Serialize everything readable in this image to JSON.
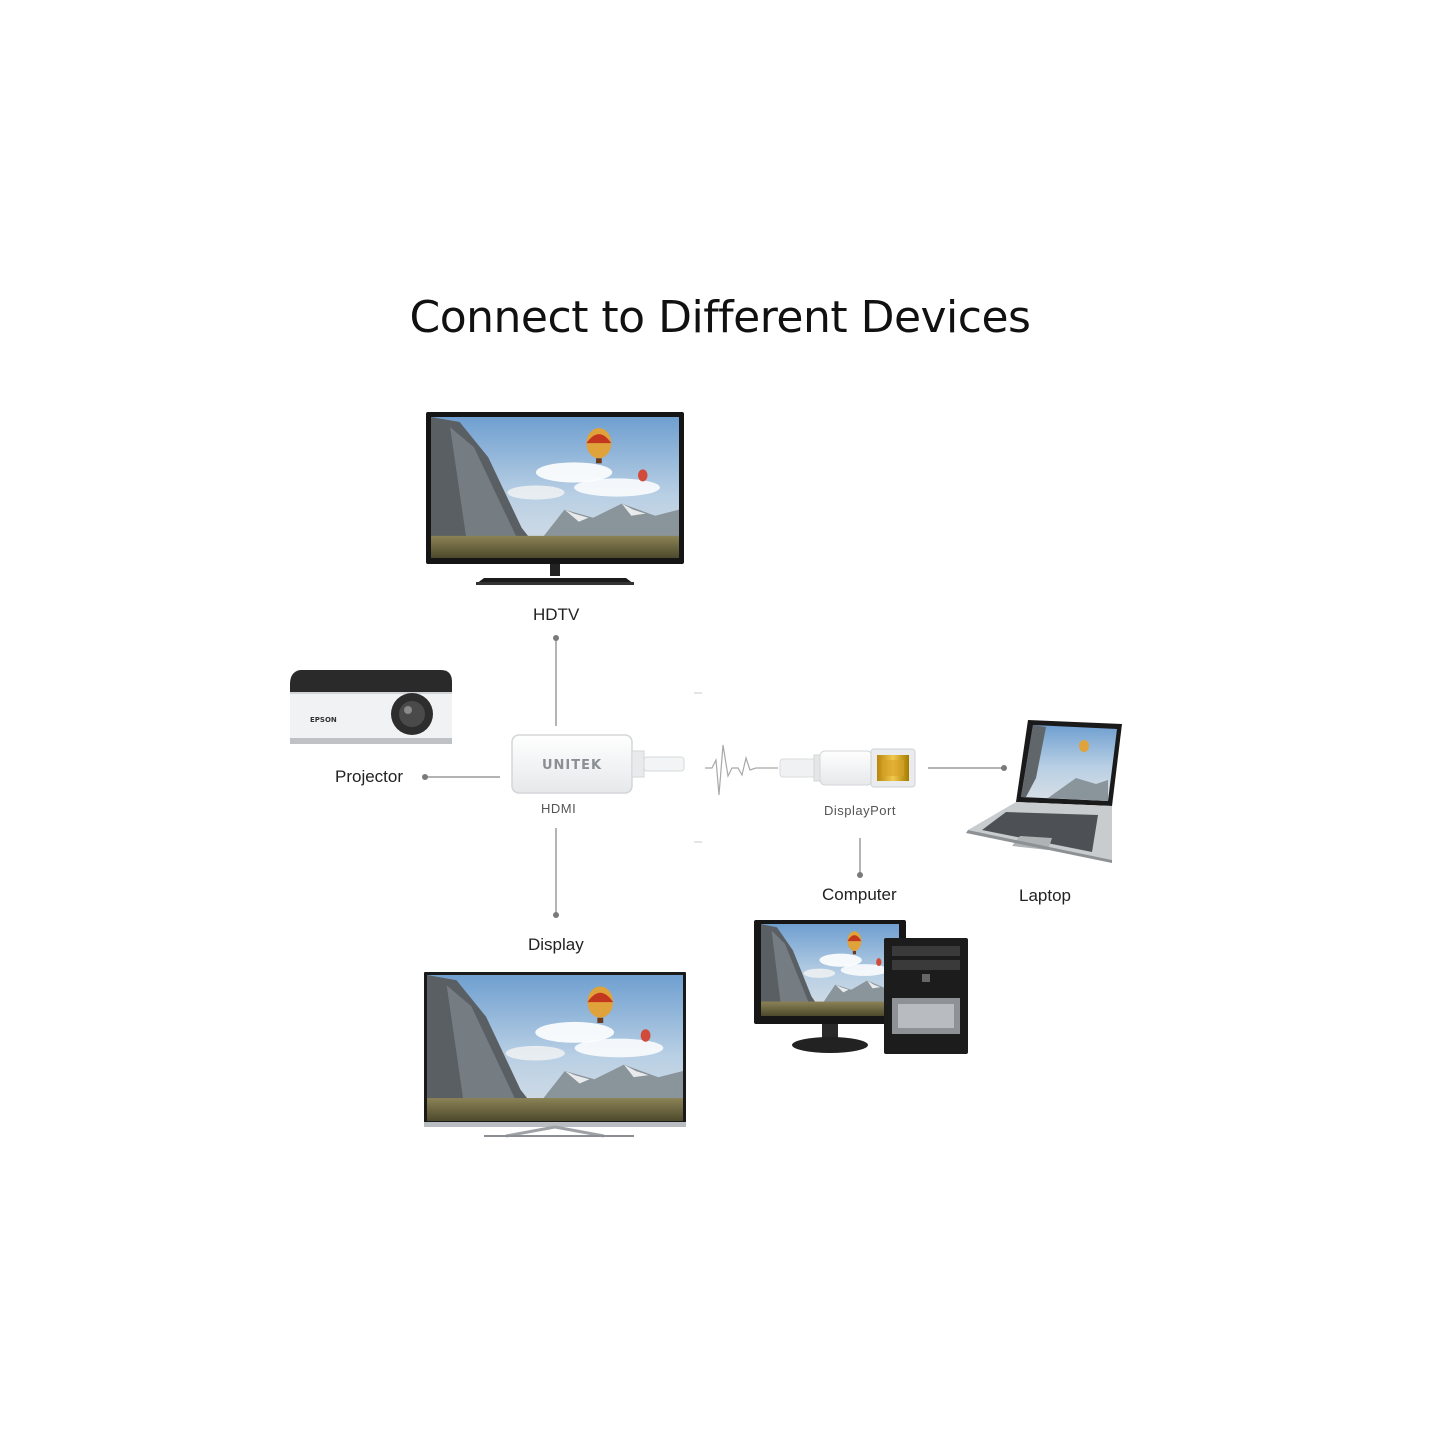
{
  "title": "Connect to Different Devices",
  "adapter": {
    "brand": "UNITEK",
    "output_port": "HDMI",
    "input_port": "DisplayPort"
  },
  "projector_brand": "EPSON",
  "devices": {
    "hdtv": "HDTV",
    "projector": "Projector",
    "display": "Display",
    "computer": "Computer",
    "laptop": "Laptop"
  }
}
